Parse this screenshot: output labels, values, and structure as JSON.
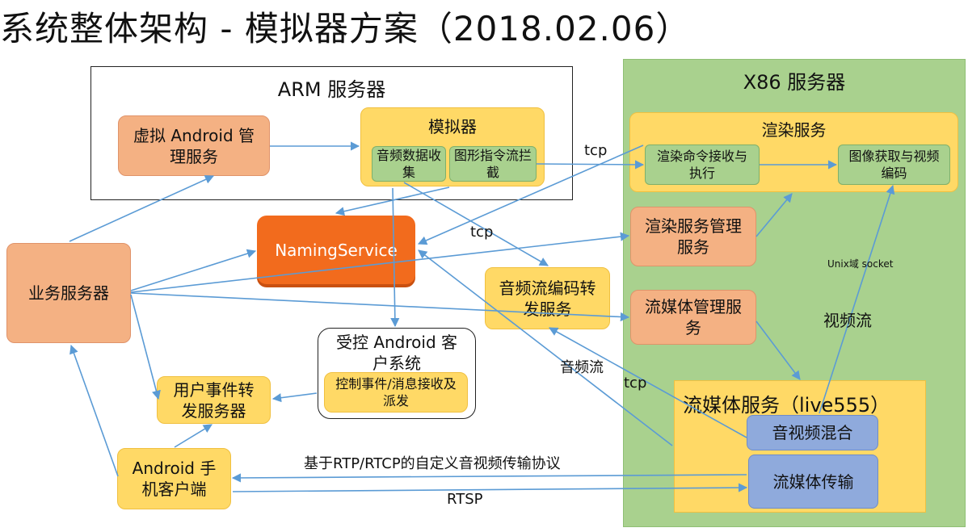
{
  "title": "系统整体架构 - 模拟器方案（2018.02.06）",
  "colors": {
    "arrow": "#5b9bd5",
    "x86_bg": "#a9d18e",
    "naming": "#f26b1d",
    "orange_box": "#f4b183",
    "yellow_box": "#ffd966",
    "green_box": "#a9d18e",
    "blue_box": "#8faadc"
  },
  "containers": {
    "arm": "ARM 服务器",
    "x86": "X86 服务器",
    "emulator": "模拟器",
    "render_service": "渲染服务",
    "streaming_service": "流媒体服务（live555）",
    "controlled_android": "受控 Android 客户系统"
  },
  "nodes": {
    "virtual_android_mgmt": "虚拟 Android 管理服务",
    "audio_collect": "音频数据收集",
    "graphics_intercept": "图形指令流拦截",
    "naming_service": "NamingService",
    "business_server": "业务服务器",
    "user_event_forward": "用户事件转发服务器",
    "android_client": "Android 手机客户端",
    "control_event_recv": "控制事件/消息接收及派发",
    "audio_stream_encode": "音频流编码转发服务",
    "render_cmd_exec": "渲染命令接收与执行",
    "image_capture_encode": "图像获取与视频编码",
    "render_mgmt": "渲染服务管理服务",
    "stream_media_mgmt": "流媒体管理服务",
    "av_mix": "音视频混合",
    "stream_transfer": "流媒体传输"
  },
  "edge_labels": {
    "tcp_top": "tcp",
    "tcp_mid": "tcp",
    "tcp_low": "tcp",
    "unix_socket": "Unix域 socket",
    "video_stream": "视频流",
    "audio_stream": "音频流",
    "rtp_protocol": "基于RTP/RTCP的自定义音视频传输协议",
    "rtsp": "RTSP"
  }
}
